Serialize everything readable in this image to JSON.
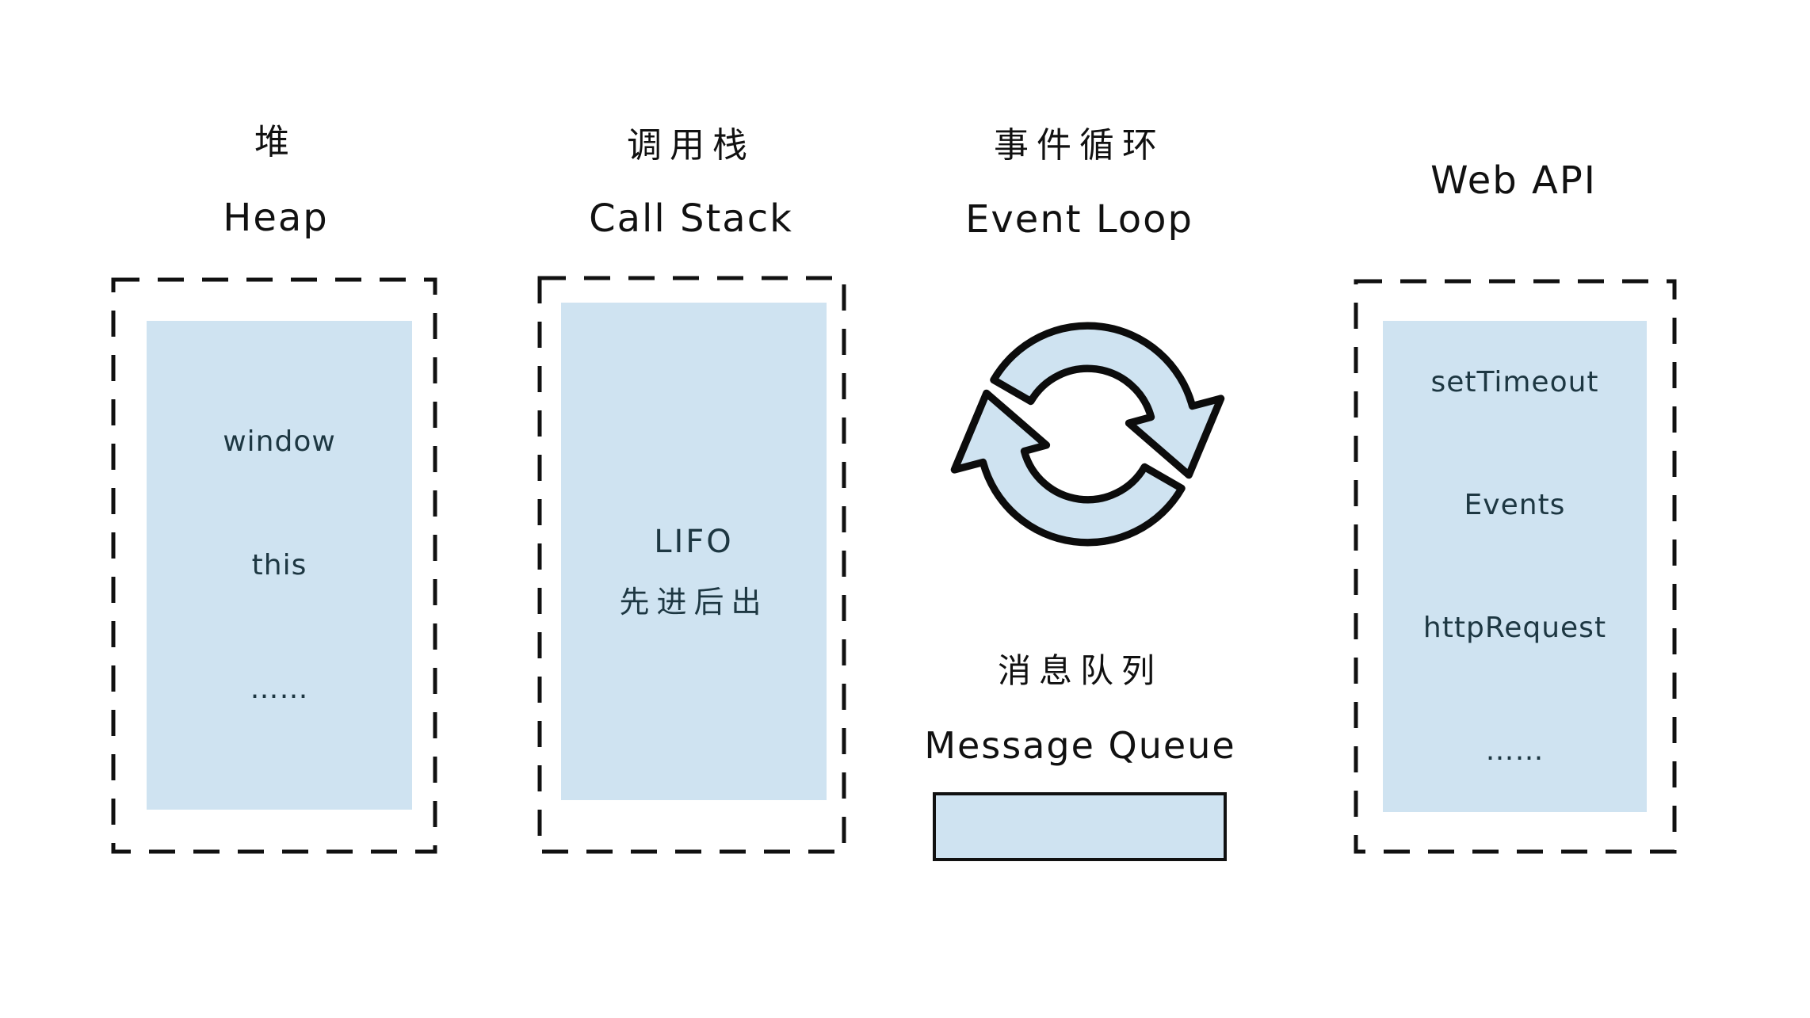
{
  "diagram": {
    "heap": {
      "title_zh": "堆",
      "title_en": "Heap",
      "items": [
        "window",
        "this",
        "……"
      ]
    },
    "call_stack": {
      "title_zh": "调用栈",
      "title_en": "Call Stack",
      "items": [
        "LIFO",
        "先进后出"
      ]
    },
    "event_loop": {
      "title_zh": "事件循环",
      "title_en": "Event Loop",
      "icon": "cycle-arrows"
    },
    "web_api": {
      "title_en": "Web API",
      "items": [
        "setTimeout",
        "Events",
        "httpRequest",
        "……"
      ]
    },
    "message_queue": {
      "title_zh": "消息队列",
      "title_en": "Message Queue"
    }
  },
  "colors": {
    "box_fill": "#cfe3f1",
    "outline": "#111111",
    "inner_text": "#1d3742",
    "title_text": "#111111",
    "background": "#ffffff"
  }
}
